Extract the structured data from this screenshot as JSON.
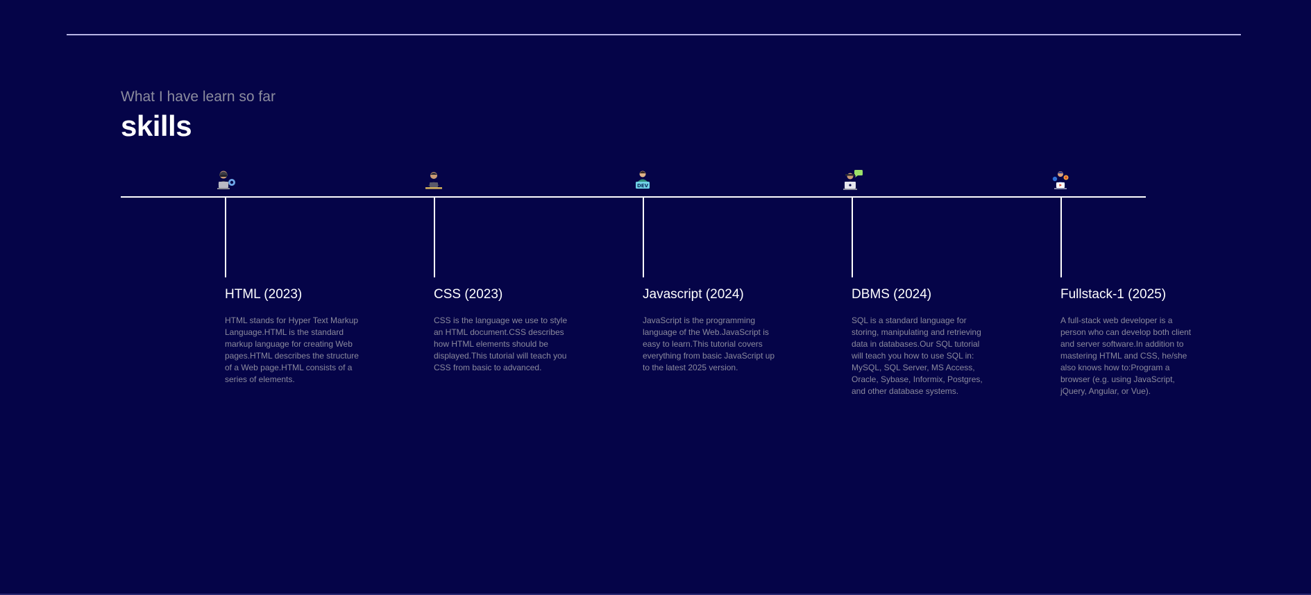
{
  "section": {
    "subtitle": "What I have learn so far",
    "title": "skills"
  },
  "colors": {
    "background": "#050448",
    "accent_line": "#b9b6e6",
    "heading": "#ffffff",
    "body_text": "#8b8a9d"
  },
  "timeline": [
    {
      "icon": "hacker-laptop-icon",
      "heading": "HTML (2023)",
      "text": "HTML stands for Hyper Text Markup Language.HTML is the standard markup language for creating Web pages.HTML describes the structure of a Web page.HTML consists of a series of elements."
    },
    {
      "icon": "developer-desk-icon",
      "heading": "CSS (2023)",
      "text": "CSS is the language we use to style an HTML document.CSS describes how HTML elements should be displayed.This tutorial will teach you CSS from basic to advanced."
    },
    {
      "icon": "dev-badge-icon",
      "heading": "Javascript (2024)",
      "text": "JavaScript is the programming language of the Web.JavaScript is easy to learn.This tutorial covers everything from basic JavaScript up to the latest 2025 version."
    },
    {
      "icon": "coder-chat-icon",
      "heading": "DBMS (2024)",
      "text": "SQL is a standard language for storing, manipulating and retrieving data in databases.Our SQL tutorial will teach you how to use SQL in: MySQL, SQL Server, MS Access, Oracle, Sybase, Informix, Postgres, and other database systems."
    },
    {
      "icon": "fullstack-team-icon",
      "heading": "Fullstack-1 (2025)",
      "text": "A full-stack web developer is a person who can develop both client and server software.In addition to mastering HTML and CSS, he/she also knows how to:Program a browser (e.g. using JavaScript, jQuery, Angular, or Vue)."
    }
  ]
}
